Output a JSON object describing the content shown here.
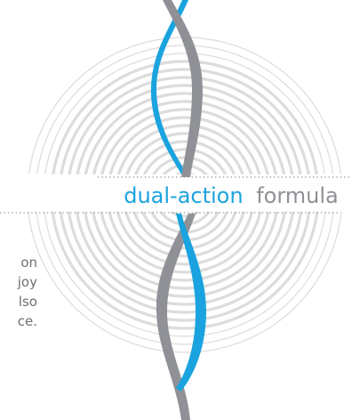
{
  "banner": {
    "accent_word": "dual-action",
    "rest_word": "formula"
  },
  "side_text_lines": [
    "on",
    "joy",
    "lso",
    "ce."
  ],
  "colors": {
    "accent_blue": "#1aa3de",
    "ribbon_gray": "#8f9196",
    "ring_gray": "#dcdcdc",
    "dotted_line": "#9b9b9b",
    "body_text": "#6f6f6f"
  },
  "icons": [
    "double-helix-ribbon-graphic",
    "concentric-rings-graphic"
  ]
}
